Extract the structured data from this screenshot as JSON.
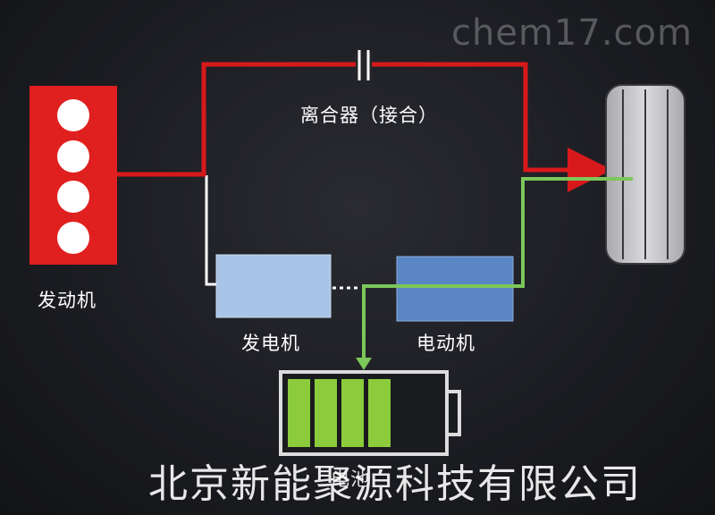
{
  "labels": {
    "engine": "发动机",
    "generator": "发电机",
    "motor": "电动机",
    "clutch": "离合器（接合）",
    "battery": "电池"
  },
  "watermarks": {
    "top": "chem17.com",
    "bottom": "北京新能聚源科技有限公司"
  },
  "colors": {
    "engine": "#e01f1f",
    "power_path": "#d8191c",
    "electric_path": "#7cc75a",
    "generator": "#a8c4e6",
    "motor": "#5a86c4",
    "battery_cell": "#8ccc3c",
    "tire": "#c9c9cd"
  }
}
